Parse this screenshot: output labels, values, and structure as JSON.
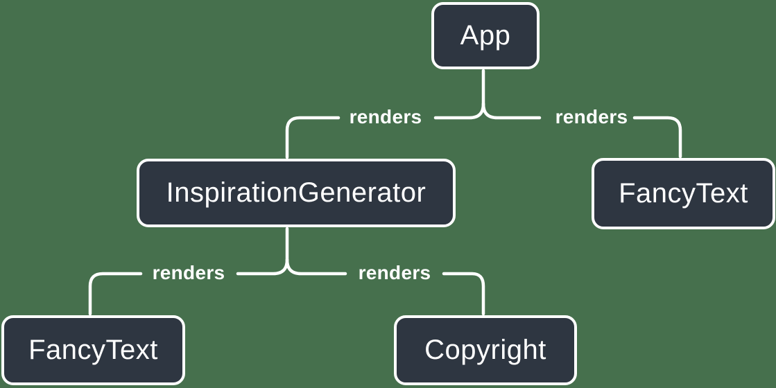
{
  "diagram": {
    "type": "component-render-tree",
    "background_color": "#46704D",
    "node_fill_color": "#2E3641",
    "node_border_color": "#FFFFFF",
    "edge_color": "#FFFFFF",
    "nodes": [
      {
        "id": "app",
        "label": "App"
      },
      {
        "id": "inspiration-generator",
        "label": "InspirationGenerator"
      },
      {
        "id": "fancy-text-top",
        "label": "FancyText"
      },
      {
        "id": "fancy-text-bottom",
        "label": "FancyText"
      },
      {
        "id": "copyright",
        "label": "Copyright"
      }
    ],
    "edges": [
      {
        "from": "App",
        "to": "InspirationGenerator",
        "label": "renders"
      },
      {
        "from": "App",
        "to": "FancyText",
        "label": "renders"
      },
      {
        "from": "InspirationGenerator",
        "to": "FancyText",
        "label": "renders"
      },
      {
        "from": "InspirationGenerator",
        "to": "Copyright",
        "label": "renders"
      }
    ]
  }
}
